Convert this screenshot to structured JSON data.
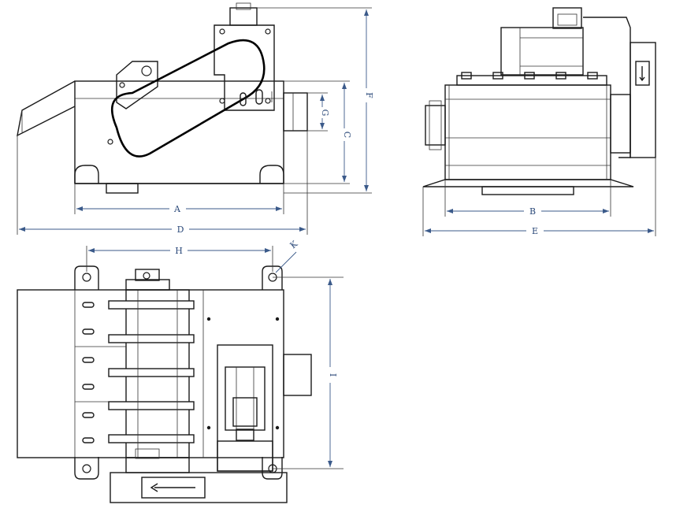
{
  "dimension_labels": {
    "A": "A",
    "B": "B",
    "C": "C",
    "D": "D",
    "E": "E",
    "F": "F",
    "G": "G",
    "H": "H",
    "I": "I",
    "K": "K"
  },
  "colors": {
    "line": "#1a1a1a",
    "dimension": "#3b5a8a",
    "background": "#ffffff"
  }
}
